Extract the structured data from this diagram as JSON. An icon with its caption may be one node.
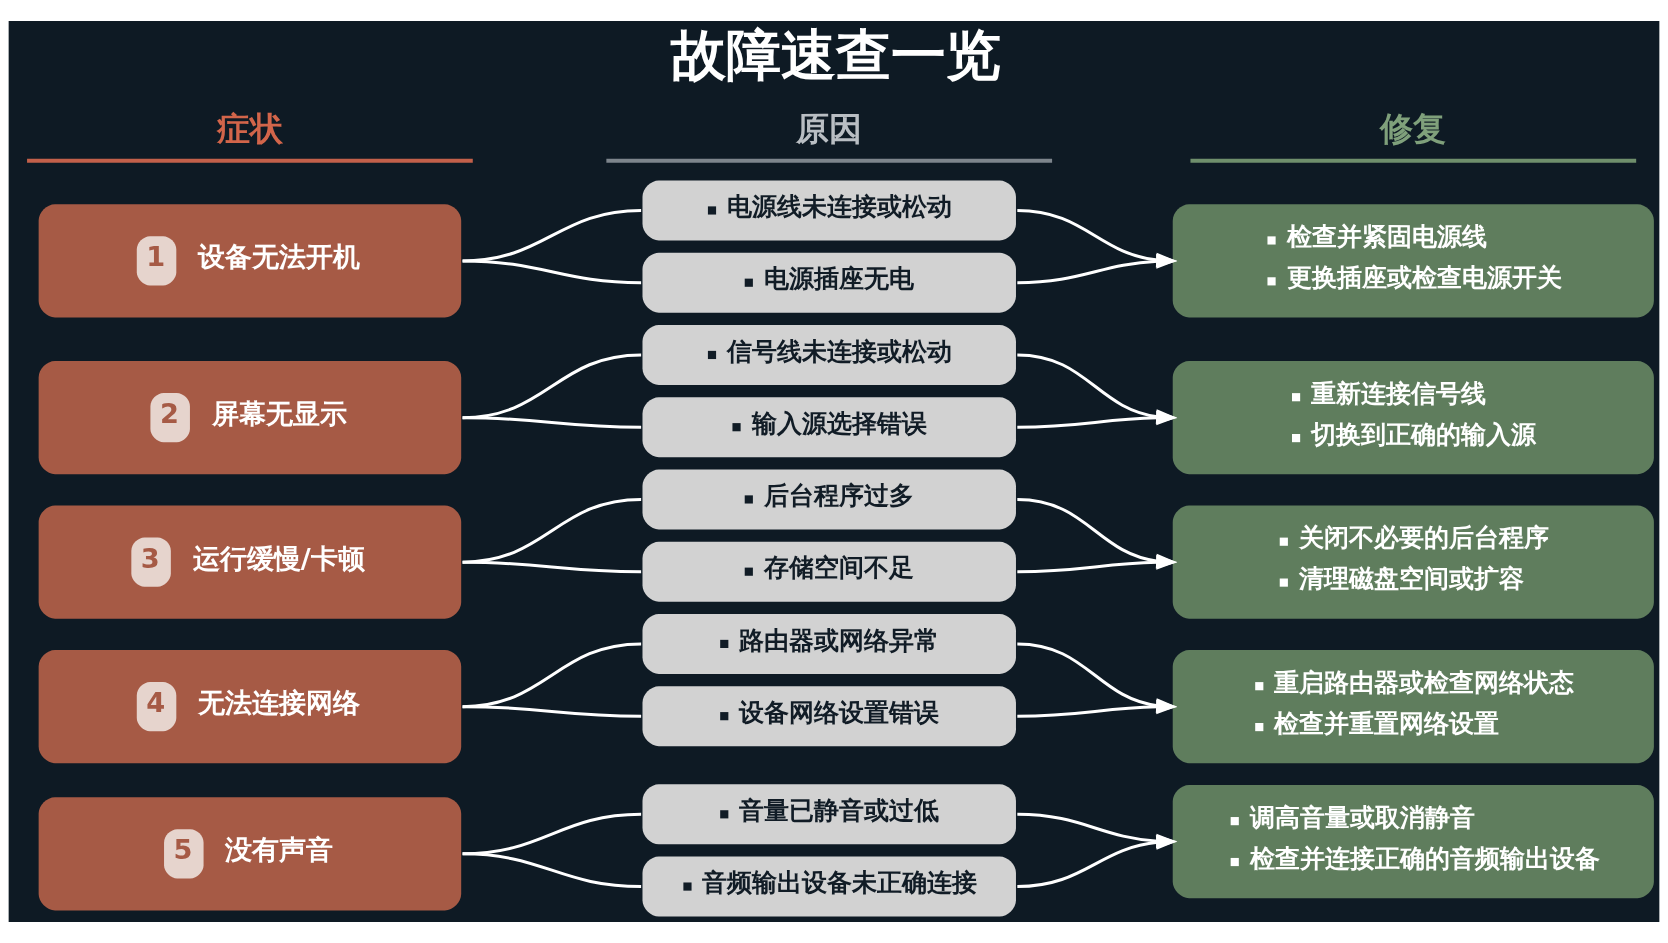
{
  "diagram": {
    "title": "故障速查一览",
    "nodes": [
      {
        "text": [
          "1",
          "设备无法开机"
        ]
      },
      {
        "text": [
          "电源线未连接或松动"
        ]
      },
      {
        "text": [
          "电源插座无电"
        ]
      },
      {
        "text": [
          "检查并紧固电源线",
          "更换插座或检查电源开关"
        ]
      },
      {
        "text": [
          "2",
          "屏幕无显示"
        ]
      },
      {
        "text": [
          "信号线未连接或松动"
        ]
      },
      {
        "text": [
          "输入源选择错误"
        ]
      },
      {
        "text": [
          "重新连接信号线",
          "切换到正确的输入源"
        ]
      },
      {
        "text": [
          "3",
          "运行缓慢/卡顿"
        ]
      },
      {
        "text": [
          "后台程序过多"
        ]
      },
      {
        "text": [
          "存储空间不足"
        ]
      },
      {
        "text": [
          "关闭不必要的后台程序",
          "清理磁盘空间或扩容"
        ]
      },
      {
        "text": [
          "4",
          "无法连接网络"
        ]
      },
      {
        "text": [
          "路由器或网络异常"
        ]
      },
      {
        "text": [
          "设备网络设置错误"
        ]
      },
      {
        "text": [
          "重启路由器或检查网络状态",
          "检查并重置网络设置"
        ]
      },
      {
        "text": [
          "5",
          "没有声音"
        ]
      },
      {
        "text": [
          "音量已静音或过低"
        ]
      },
      {
        "text": [
          "音频输出设备未正确连接"
        ]
      },
      {
        "text": [
          "调高音量或取消静音",
          "检查并连接正确的音频输出设备"
        ]
      }
    ],
    "edges": [
      {
        "from": 0,
        "to": 1,
        "arrow": "none"
      },
      {
        "from": 0,
        "to": 2,
        "arrow": "none"
      },
      {
        "from": 1,
        "to": 3,
        "arrow": "to"
      },
      {
        "from": 2,
        "to": 3,
        "arrow": "to"
      },
      {
        "from": 4,
        "to": 5,
        "arrow": "none"
      },
      {
        "from": 4,
        "to": 6,
        "arrow": "none"
      },
      {
        "from": 5,
        "to": 7,
        "arrow": "to"
      },
      {
        "from": 6,
        "to": 7,
        "arrow": "to"
      },
      {
        "from": 8,
        "to": 9,
        "arrow": "none"
      },
      {
        "from": 8,
        "to": 10,
        "arrow": "none"
      },
      {
        "from": 9,
        "to": 11,
        "arrow": "to"
      },
      {
        "from": 10,
        "to": 11,
        "arrow": "to"
      },
      {
        "from": 12,
        "to": 13,
        "arrow": "none"
      },
      {
        "from": 12,
        "to": 14,
        "arrow": "none"
      },
      {
        "from": 13,
        "to": 15,
        "arrow": "to"
      },
      {
        "from": 14,
        "to": 15,
        "arrow": "to"
      },
      {
        "from": 16,
        "to": 17,
        "arrow": "none"
      },
      {
        "from": 16,
        "to": 18,
        "arrow": "none"
      },
      {
        "from": 17,
        "to": 19,
        "arrow": "to"
      },
      {
        "from": 18,
        "to": 19,
        "arrow": "to"
      }
    ],
    "labels": [
      "症状",
      "原因",
      "修复"
    ]
  }
}
